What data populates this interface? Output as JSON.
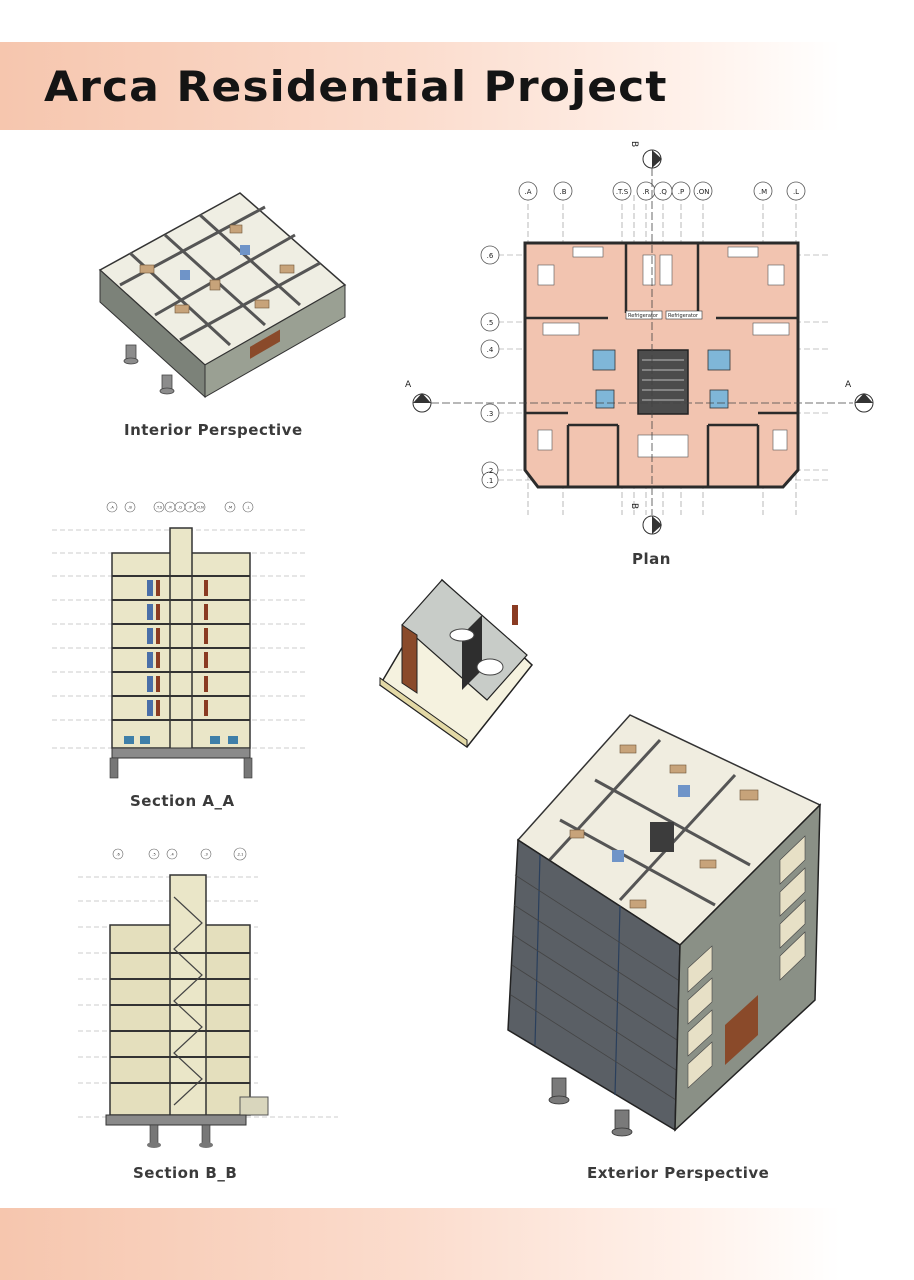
{
  "title": "Arca Residential Project",
  "captions": {
    "interior": "Interior Perspective",
    "plan": "Plan",
    "section_a": "Section A_A",
    "section_b": "Section B_B",
    "exterior": "Exterior Perspective"
  },
  "plan": {
    "grid_columns": [
      ".A",
      ".B",
      ".T.S",
      ".R",
      ".Q",
      ".P",
      ".ON",
      ".M",
      ".L"
    ],
    "grid_rows": [
      ".6",
      ".5",
      ".4",
      ".3",
      ".2",
      ".1"
    ],
    "section_marks": [
      "A",
      "A",
      "B",
      "B"
    ],
    "room_labels": [
      "Refrigerator",
      "Refrigerator"
    ]
  },
  "section_a": {
    "grid_columns": [
      ".A",
      ".B",
      ".T.S",
      ".R",
      ".Q",
      ".P",
      ".O.N",
      ".M",
      ".L"
    ]
  },
  "section_b": {
    "grid_columns": [
      ".6",
      ".5",
      ".4",
      ".3",
      ".2.1"
    ]
  },
  "colors": {
    "band": "#f6c6ae",
    "plan_fill": "#f2c4b0",
    "wall": "#2b2b2b",
    "facade": "#8a9086",
    "glass": "#5c6168",
    "stone_top": "#e9e6c9"
  }
}
